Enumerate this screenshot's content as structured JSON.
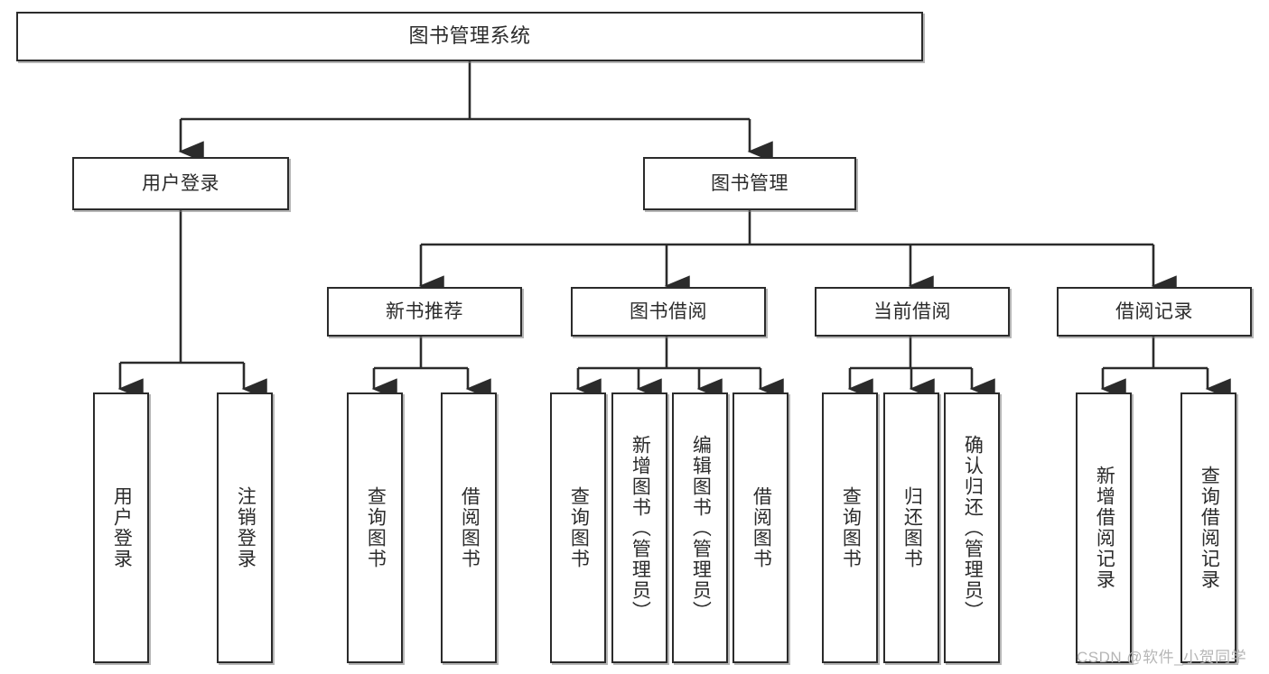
{
  "diagram": {
    "title": "图书管理系统",
    "type": "tree-hierarchy",
    "orientation": "top-down",
    "colors": {
      "box_border": "#2b2b2b",
      "box_fill": "#ffffff",
      "edge": "#2b2b2b",
      "background": "#ffffff",
      "watermark": "#b6b6b6"
    },
    "root": {
      "label": "图书管理系统"
    },
    "level2": [
      {
        "label": "用户登录"
      },
      {
        "label": "图书管理"
      }
    ],
    "level3": [
      {
        "label": "新书推荐"
      },
      {
        "label": "图书借阅"
      },
      {
        "label": "当前借阅"
      },
      {
        "label": "借阅记录"
      }
    ],
    "leaves": {
      "user_login": [
        {
          "label": "用户登录"
        },
        {
          "label": "注销登录"
        }
      ],
      "new_book_recommend": [
        {
          "label": "查询图书"
        },
        {
          "label": "借阅图书"
        }
      ],
      "book_borrow": [
        {
          "label": "查询图书"
        },
        {
          "label": "新增图书（管理员）"
        },
        {
          "label": "编辑图书（管理员）"
        },
        {
          "label": "借阅图书"
        }
      ],
      "current_borrow": [
        {
          "label": "查询图书"
        },
        {
          "label": "归还图书"
        },
        {
          "label": "确认归还（管理员）"
        }
      ],
      "borrow_record": [
        {
          "label": "新增借阅记录"
        },
        {
          "label": "查询借阅记录"
        }
      ]
    }
  },
  "watermark": {
    "text": "CSDN @软件_小贺同学"
  }
}
